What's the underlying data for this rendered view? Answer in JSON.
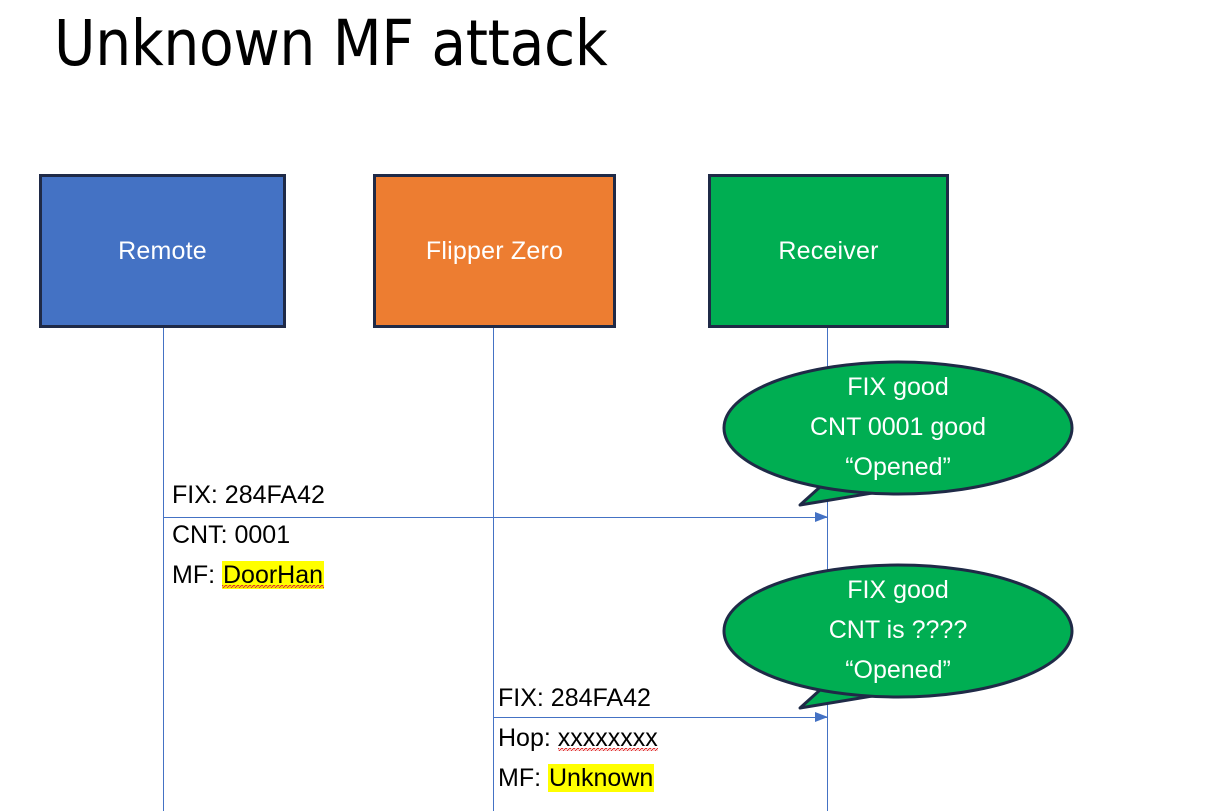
{
  "slide": {
    "title": "Unknown MF attack",
    "background": "#FFFFFF"
  },
  "colors": {
    "remote_fill": "#4472C4",
    "flipper_fill": "#ED7D31",
    "receiver_fill": "#00AE52",
    "box_border": "#1F2A47",
    "line": "#4472C4",
    "highlight": "#FFFF00",
    "balloon_fill": "#00AE52",
    "balloon_border": "#1F2A47",
    "text": "#000000",
    "box_label_text": "#FFFFFF"
  },
  "actors": [
    {
      "id": "remote",
      "label": "Remote"
    },
    {
      "id": "flipper",
      "label": "Flipper Zero"
    },
    {
      "id": "receiver",
      "label": "Receiver"
    }
  ],
  "messages": [
    {
      "id": "msg-1",
      "from": "remote",
      "to": "receiver",
      "lines": [
        {
          "prefix": "FIX: ",
          "value": "284FA42",
          "highlighted": false,
          "spellcheck_flag": false
        },
        {
          "prefix": "CNT: ",
          "value": "0001",
          "highlighted": false,
          "spellcheck_flag": false
        },
        {
          "prefix": "MF: ",
          "value": "DoorHan",
          "highlighted": true,
          "spellcheck_flag": true
        }
      ]
    },
    {
      "id": "msg-2",
      "from": "flipper",
      "to": "receiver",
      "lines": [
        {
          "prefix": "FIX: ",
          "value": "284FA42",
          "highlighted": false,
          "spellcheck_flag": false
        },
        {
          "prefix": "Hop: ",
          "value": "xxxxxxxx",
          "highlighted": true,
          "spellcheck_flag": true
        },
        {
          "prefix": "MF: ",
          "value": "Unknown",
          "highlighted": true,
          "spellcheck_flag": false
        }
      ]
    }
  ],
  "balloons": [
    {
      "id": "balloon-1",
      "attached_to": "receiver",
      "lines": [
        "FIX good",
        "CNT 0001 good",
        "“Opened”"
      ]
    },
    {
      "id": "balloon-2",
      "attached_to": "receiver",
      "lines": [
        "FIX good",
        "CNT is ????",
        "“Opened”"
      ]
    }
  ]
}
